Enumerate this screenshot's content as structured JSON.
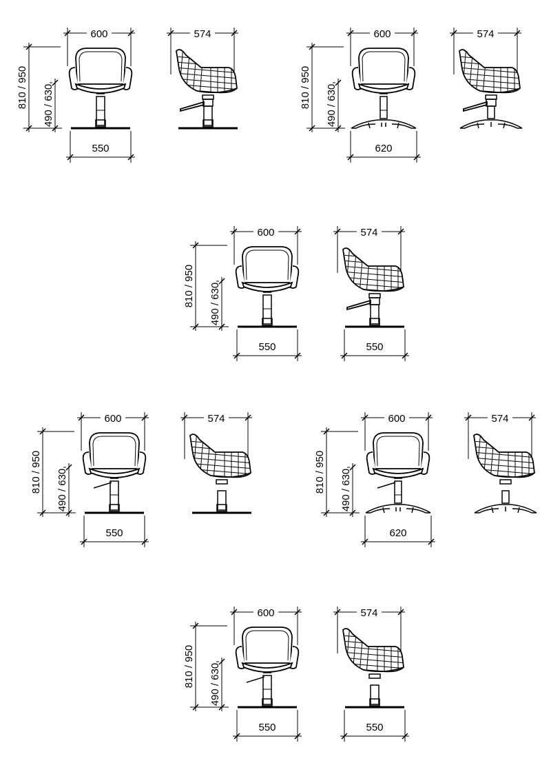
{
  "drawing": {
    "rows": [
      {
        "groups": [
          {
            "front_width": "600",
            "side_depth": "574",
            "total_height": "810 / 950",
            "seat_height": "490 / 630",
            "base_front": "550",
            "base_side": "",
            "base": "plate",
            "lever": "side"
          },
          {
            "front_width": "600",
            "side_depth": "574",
            "total_height": "810 / 950",
            "seat_height": "490 / 630",
            "base_front": "620",
            "base_side": "",
            "base": "star",
            "lever": "side"
          }
        ]
      },
      {
        "groups": [
          {
            "front_width": "600",
            "side_depth": "574",
            "total_height": "810 / 950",
            "seat_height": "490 / 630",
            "base_front": "550",
            "base_side": "550",
            "base": "plate",
            "lever": "side"
          }
        ]
      },
      {
        "groups": [
          {
            "front_width": "600",
            "side_depth": "574",
            "total_height": "810 / 950",
            "seat_height": "490 / 630",
            "base_front": "550",
            "base_side": "",
            "base": "plate",
            "lever": "front"
          },
          {
            "front_width": "600",
            "side_depth": "574",
            "total_height": "810 / 950",
            "seat_height": "490 / 630",
            "base_front": "620",
            "base_side": "",
            "base": "star",
            "lever": "front"
          }
        ]
      },
      {
        "groups": [
          {
            "front_width": "600",
            "side_depth": "574",
            "total_height": "810 / 950",
            "seat_height": "490 / 630",
            "base_front": "550",
            "base_side": "550",
            "base": "plate",
            "lever": "front"
          }
        ]
      }
    ]
  }
}
